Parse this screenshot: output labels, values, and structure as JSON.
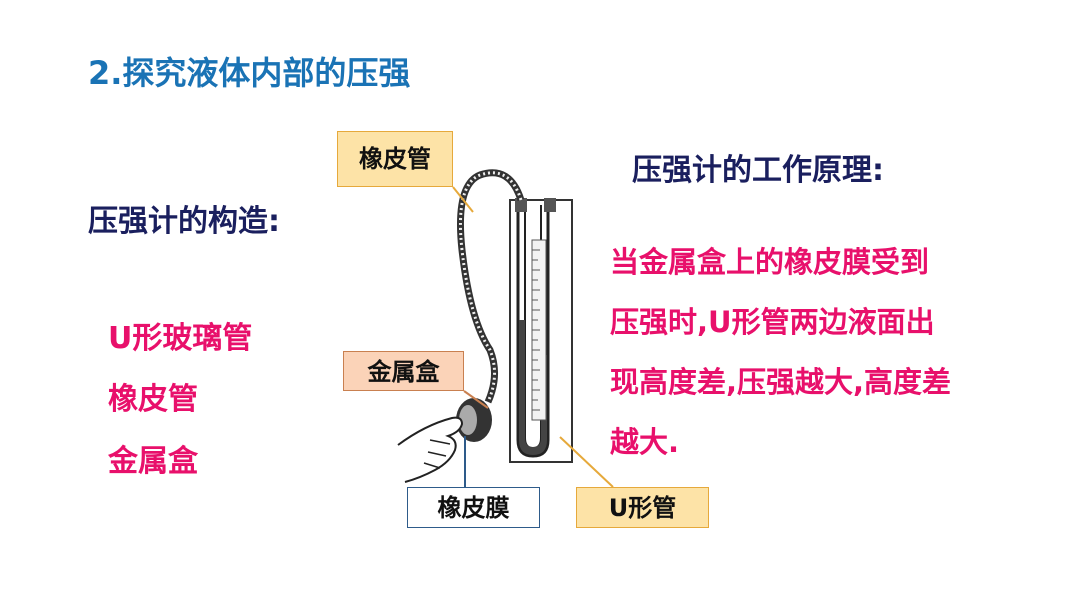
{
  "slide": {
    "title": "2.探究液体内部的压强",
    "structure": {
      "heading": "压强计的构造:",
      "items": [
        "U形玻璃管",
        "橡皮管",
        "金属盒"
      ]
    },
    "principle": {
      "heading": "压强计的工作原理:",
      "lines": [
        "当金属盒上的橡皮膜受到",
        "压强时,U形管两边液面出",
        "现高度差,压强越大,高度差",
        "越大."
      ]
    },
    "diagram": {
      "labels": {
        "hose": "橡皮管",
        "metal_box": "金属盒",
        "membrane": "橡皮膜",
        "u_tube": "U形管"
      }
    }
  },
  "colors": {
    "title": "#1a73b5",
    "heading": "#1a1f5e",
    "accent": "#e8106b",
    "label_yellow": "#fde3a7",
    "label_orange": "#fbd3b8"
  }
}
